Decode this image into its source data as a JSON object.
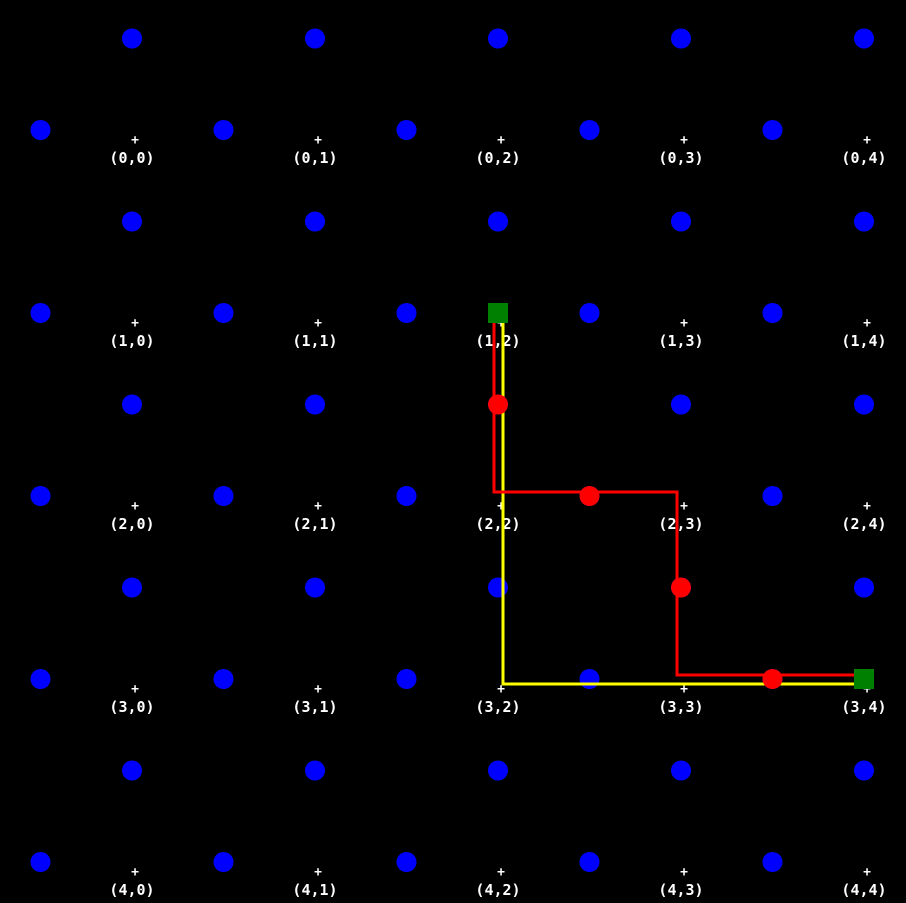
{
  "board": {
    "rows": 5,
    "cols": 5,
    "background_color": "#000000",
    "cells": [
      {
        "row": 0,
        "col": 0,
        "label": "(0,0)"
      },
      {
        "row": 0,
        "col": 1,
        "label": "(0,1)"
      },
      {
        "row": 0,
        "col": 2,
        "label": "(0,2)"
      },
      {
        "row": 0,
        "col": 3,
        "label": "(0,3)"
      },
      {
        "row": 0,
        "col": 4,
        "label": "(0,4)"
      },
      {
        "row": 1,
        "col": 0,
        "label": "(1,0)"
      },
      {
        "row": 1,
        "col": 1,
        "label": "(1,1)"
      },
      {
        "row": 1,
        "col": 2,
        "label": "(1,2)"
      },
      {
        "row": 1,
        "col": 3,
        "label": "(1,3)"
      },
      {
        "row": 1,
        "col": 4,
        "label": "(1,4)"
      },
      {
        "row": 2,
        "col": 0,
        "label": "(2,0)"
      },
      {
        "row": 2,
        "col": 1,
        "label": "(2,1)"
      },
      {
        "row": 2,
        "col": 2,
        "label": "(2,2)"
      },
      {
        "row": 2,
        "col": 3,
        "label": "(2,3)"
      },
      {
        "row": 2,
        "col": 4,
        "label": "(2,4)"
      },
      {
        "row": 3,
        "col": 0,
        "label": "(3,0)"
      },
      {
        "row": 3,
        "col": 1,
        "label": "(3,1)"
      },
      {
        "row": 3,
        "col": 2,
        "label": "(3,2)"
      },
      {
        "row": 3,
        "col": 3,
        "label": "(3,3)"
      },
      {
        "row": 3,
        "col": 4,
        "label": "(3,4)"
      },
      {
        "row": 4,
        "col": 0,
        "label": "(4,0)"
      },
      {
        "row": 4,
        "col": 1,
        "label": "(4,1)"
      },
      {
        "row": 4,
        "col": 2,
        "label": "(4,2)"
      },
      {
        "row": 4,
        "col": 3,
        "label": "(4,3)"
      },
      {
        "row": 4,
        "col": 4,
        "label": "(4,4)"
      }
    ],
    "cell_marker": "+",
    "dot_color": "#0000ff",
    "highlight_dot_color": "#ff0000",
    "endpoint_color": "#008000",
    "yellow_path_color": "#ffff00",
    "red_path_color": "#ff0000",
    "endpoints": [
      {
        "name": "start",
        "cell": [
          1,
          2
        ]
      },
      {
        "name": "end",
        "cell": [
          3,
          4
        ]
      }
    ],
    "highlighted_dots": [
      {
        "between": [
          [
            1,
            2
          ],
          [
            2,
            2
          ]
        ]
      },
      {
        "between": [
          [
            2,
            2
          ],
          [
            2,
            3
          ]
        ]
      },
      {
        "between": [
          [
            2,
            3
          ],
          [
            3,
            3
          ]
        ]
      },
      {
        "between": [
          [
            3,
            3
          ],
          [
            3,
            4
          ]
        ]
      }
    ],
    "yellow_path": [
      [
        1,
        2
      ],
      [
        3,
        2
      ],
      [
        3,
        4
      ]
    ],
    "red_path": [
      [
        1,
        2
      ],
      [
        2,
        2
      ],
      [
        2,
        3
      ],
      [
        3,
        3
      ],
      [
        3,
        4
      ]
    ]
  }
}
